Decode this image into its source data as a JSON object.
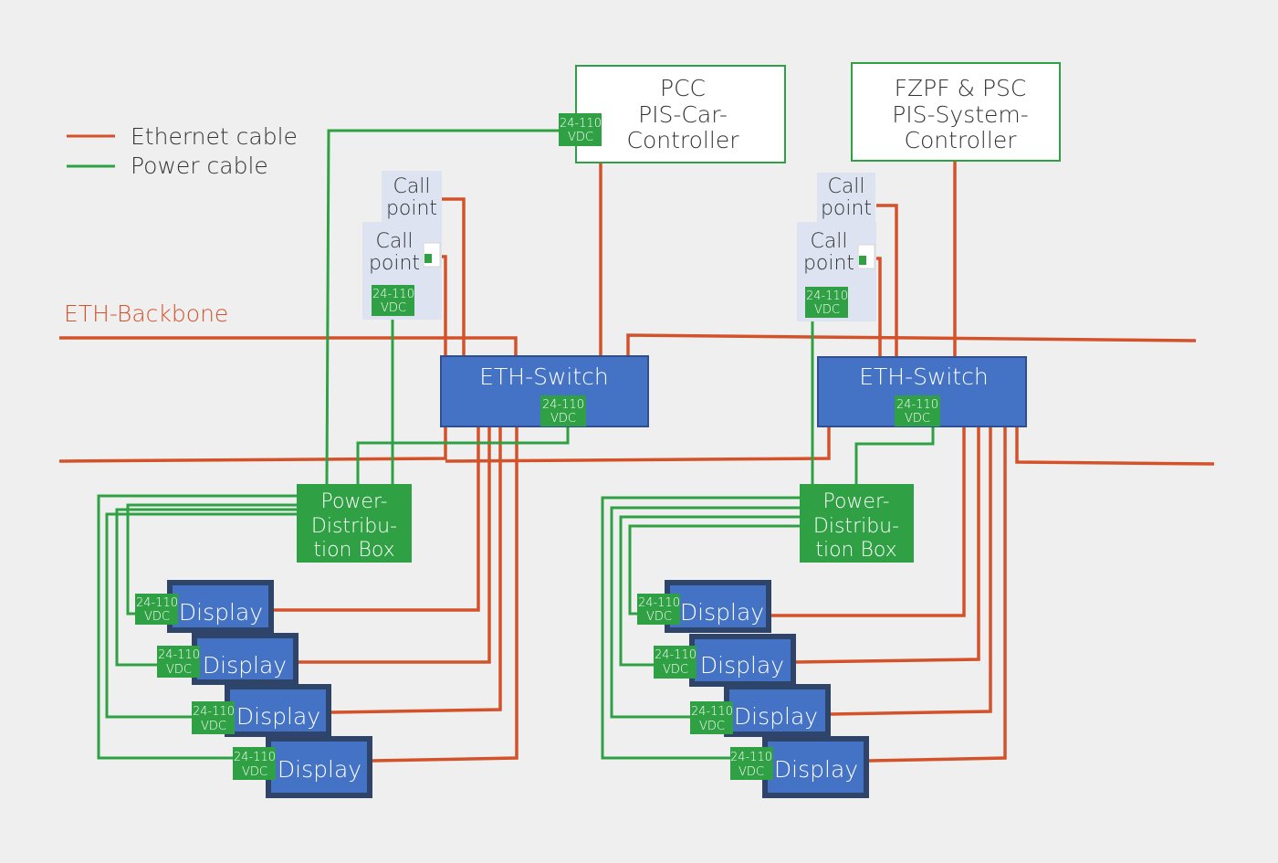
{
  "colors": {
    "background": "#efefef",
    "ethernet": "#d4522a",
    "power": "#2fa043",
    "switch_fill": "#4472c4",
    "switch_stroke": "#2f4f8f",
    "display_outer": "#2f4469",
    "display_inner": "#4472c4",
    "pdb_fill": "#2fa043",
    "badge_fill": "#2fa043",
    "callpoint_fill": "#dde3f0",
    "controller_stroke": "#2fa043"
  },
  "legend": {
    "ethernet": "Ethernet cable",
    "power": "Power cable"
  },
  "backbone_label": "ETH-Backbone",
  "voltage_badge": [
    "24-110",
    "VDC"
  ],
  "controllers": [
    {
      "lines": [
        "PCC",
        "PIS-Car-",
        "Controller"
      ]
    },
    {
      "lines": [
        "FZPF & PSC",
        "PIS-System-",
        "Controller"
      ]
    }
  ],
  "call_point": [
    "Call",
    "point"
  ],
  "switch_label": "ETH-Switch",
  "pdb_label": [
    "Power-",
    "Distribu-",
    "tion Box"
  ],
  "display_label": "Display"
}
